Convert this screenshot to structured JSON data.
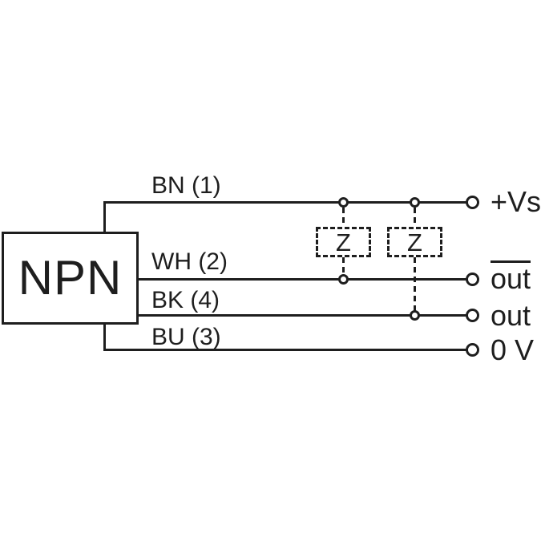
{
  "diagram": {
    "type": "sensor-wiring-diagram",
    "device": {
      "label": "NPN"
    },
    "wires": [
      {
        "id": "bn",
        "label": "BN (1)",
        "terminal": "+Vs",
        "terminal_overline": false
      },
      {
        "id": "wh",
        "label": "WH (2)",
        "terminal": "out",
        "terminal_overline": true
      },
      {
        "id": "bk",
        "label": "BK (4)",
        "terminal": "out",
        "terminal_overline": false
      },
      {
        "id": "bu",
        "label": "BU (3)",
        "terminal": "0 V",
        "terminal_overline": false
      }
    ],
    "loads": [
      {
        "label": "Z"
      },
      {
        "label": "Z"
      }
    ],
    "colors": {
      "line": "#1e1e1e",
      "background": "#ffffff"
    }
  }
}
